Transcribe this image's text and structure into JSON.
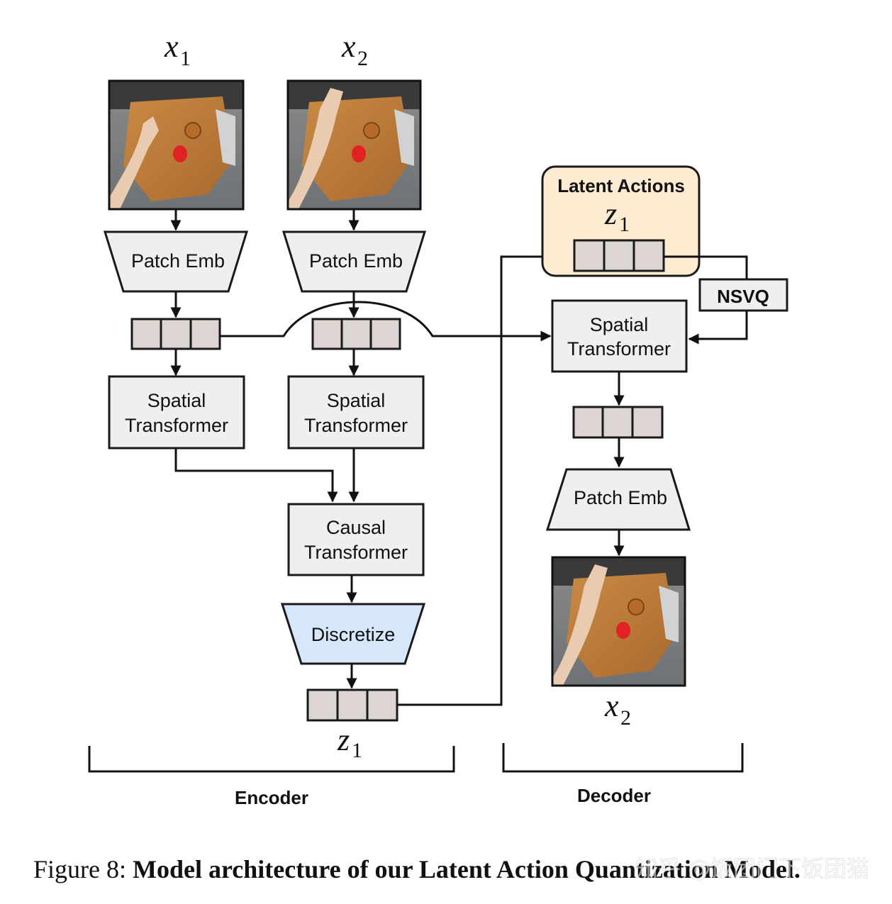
{
  "inputs": {
    "x1": {
      "base": "x",
      "sub": "1"
    },
    "x2": {
      "base": "x",
      "sub": "2"
    }
  },
  "encoder": {
    "patch_emb_1": "Patch Emb",
    "patch_emb_2": "Patch Emb",
    "spatial_1": [
      "Spatial",
      "Transformer"
    ],
    "spatial_2": [
      "Spatial",
      "Transformer"
    ],
    "causal": [
      "Causal",
      "Transformer"
    ],
    "discretize": "Discretize",
    "z_label": {
      "base": "z",
      "sub": "1"
    },
    "label": "Encoder"
  },
  "decoder": {
    "latent_title": "Latent Actions",
    "latent_z": {
      "base": "z",
      "sub": "1"
    },
    "nsvq": "NSVQ",
    "spatial": [
      "Spatial",
      "Transformer"
    ],
    "patch_emb": "Patch Emb",
    "output": {
      "base": "x",
      "sub": "2"
    },
    "label": "Decoder"
  },
  "caption": {
    "prefix": "Figure 8: ",
    "title": "Model architecture of our Latent Action Quantization Model."
  },
  "watermark": "知乎 @饭团门下饭团猫",
  "colors": {
    "box_fill": "#efefef",
    "token_fill": "#dcd5d2",
    "discretize_fill": "#d6e6fb",
    "latent_panel_fill": "#fdebd2",
    "stroke": "#1a1a1a"
  }
}
